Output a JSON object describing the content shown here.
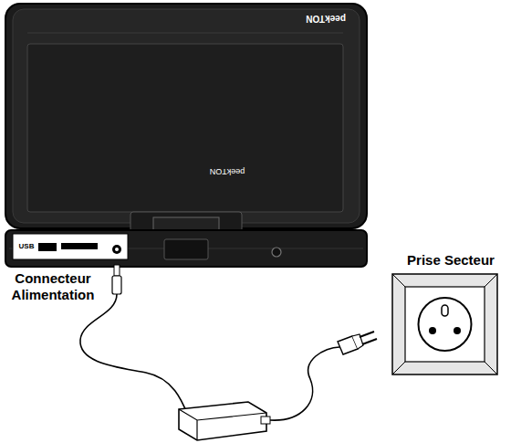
{
  "diagram": {
    "labels": [
      "peekTON",
      "peekTON",
      "USB",
      "Connecteur Alimentation",
      "Prise Secteur"
    ]
  }
}
